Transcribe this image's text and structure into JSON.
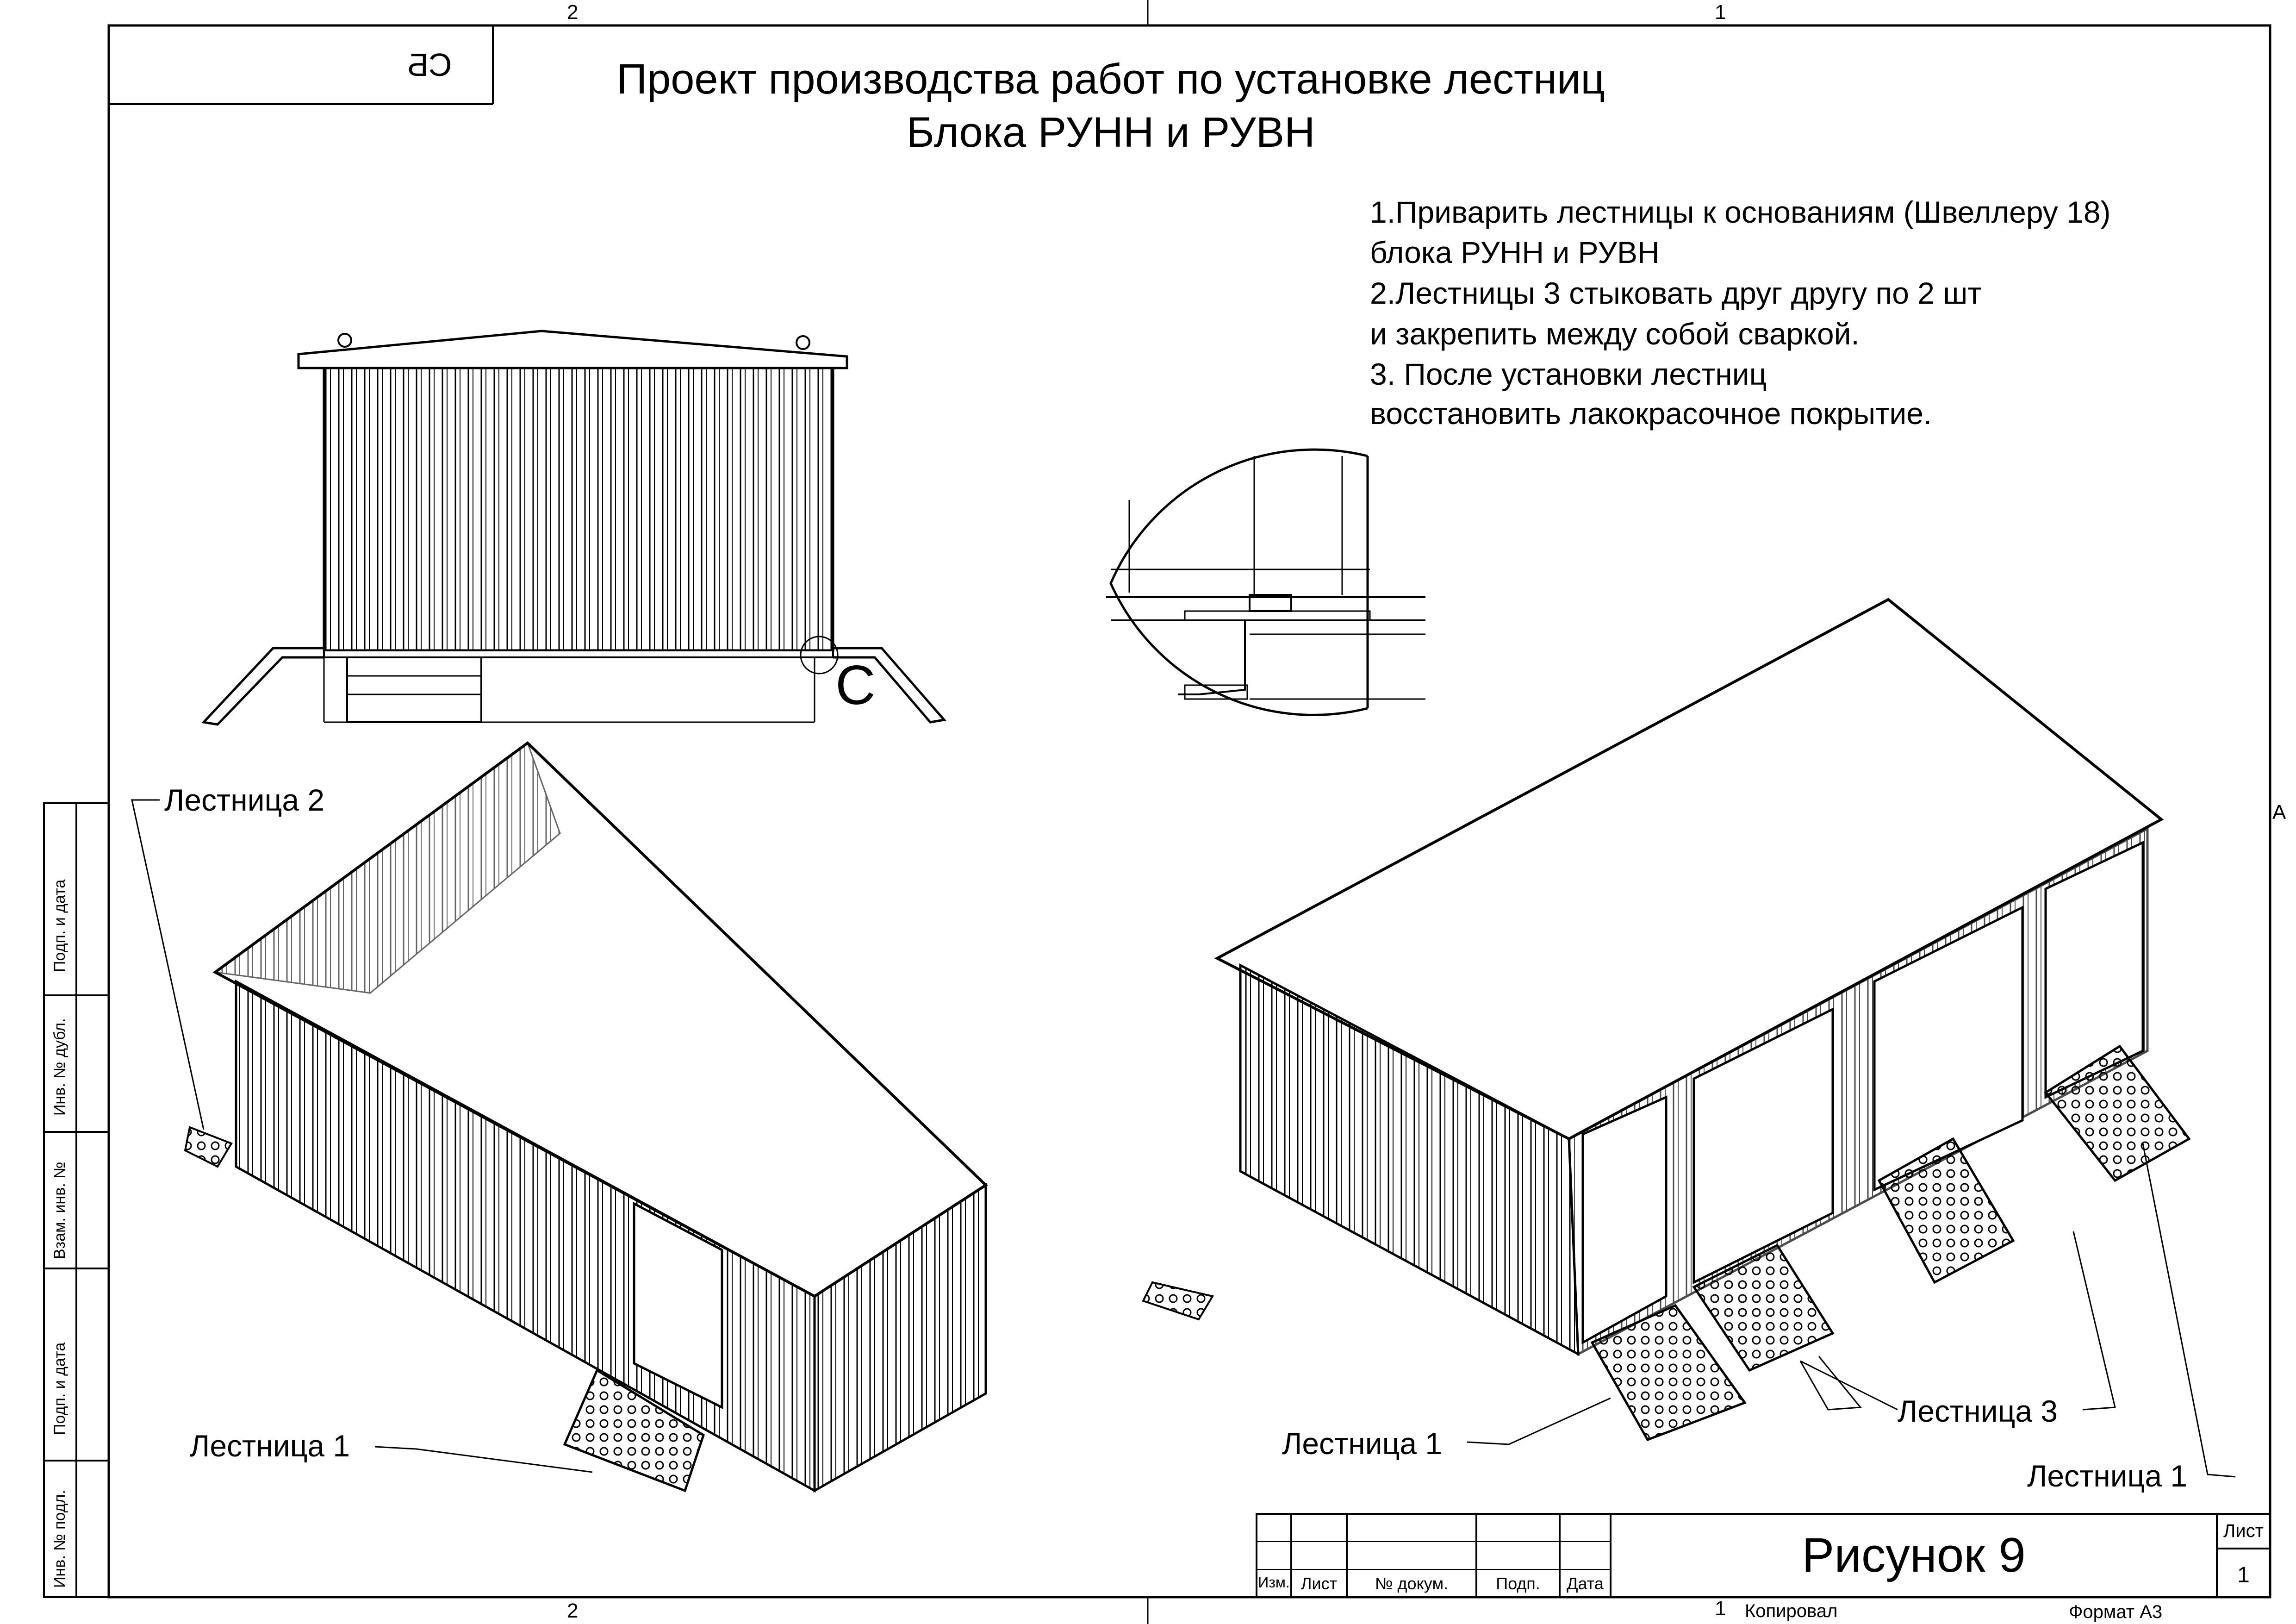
{
  "drawing": {
    "title_line1": "Проект производства работ по установке лестниц",
    "title_line2": "Блока РУНН и РУВН",
    "stamp_mirrored": "СБ",
    "notes": [
      "1.Приварить лестницы к основаниям (Швеллеру 18)",
      "блока РУНН и РУВН",
      "2.Лестницы 3 стыковать друг другу по 2 шт",
      "и закрепить между собой сваркой.",
      "3. После установки лестниц",
      "восстановить лакокрасочное покрытие."
    ],
    "detail_label": "С",
    "labels": {
      "ladder2": "Лестница 2",
      "ladder1_left": "Лестница 1",
      "ladder1_mid": "Лестница 1",
      "ladder3": "Лестница 3",
      "ladder1_right": "Лестница 1"
    },
    "zones": {
      "top_left": "2",
      "top_right": "1",
      "bottom_left": "2",
      "bottom_right": "1",
      "right_edge": "А"
    }
  },
  "side_strip": [
    "Подп. и дата",
    "Инв. № дубл.",
    "Взам. инв. №",
    "Подп. и дата",
    "Инв. № подл."
  ],
  "title_block": {
    "headers": [
      "Изм.",
      "Лист",
      "№ докум.",
      "Подп.",
      "Дата"
    ],
    "figure_name": "Рисунок 9",
    "sheet_label": "Лист",
    "sheet_number": "1",
    "copied": "Копировал",
    "format": "Формат А3"
  }
}
